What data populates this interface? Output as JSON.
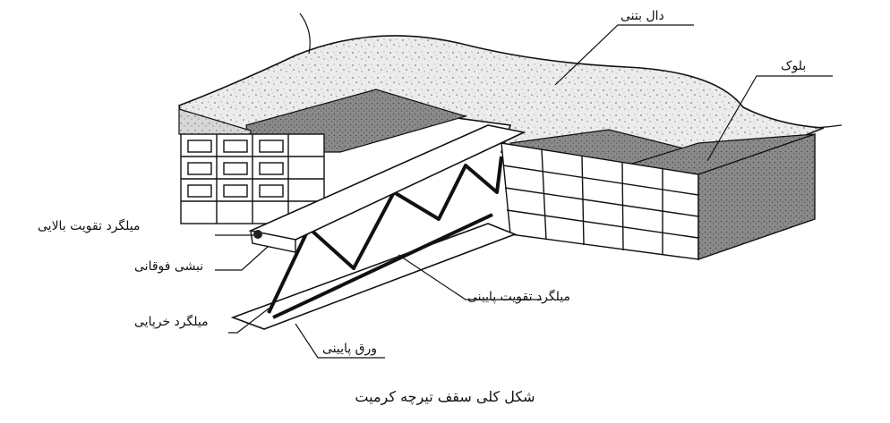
{
  "labels": {
    "concrete_slab": "دال بتنی",
    "block": "بلوک",
    "top_rebar": "میلگرد تقویت بالایی",
    "top_angle": "نبشی فوقانی",
    "bottom_rebar": "میلگرد تقویت پایینی",
    "truss_rebar": "میلگرد خرپایی",
    "bottom_plate": "ورق پایینی"
  },
  "caption": "شکل کلی سقف تیرچه کرمیت"
}
